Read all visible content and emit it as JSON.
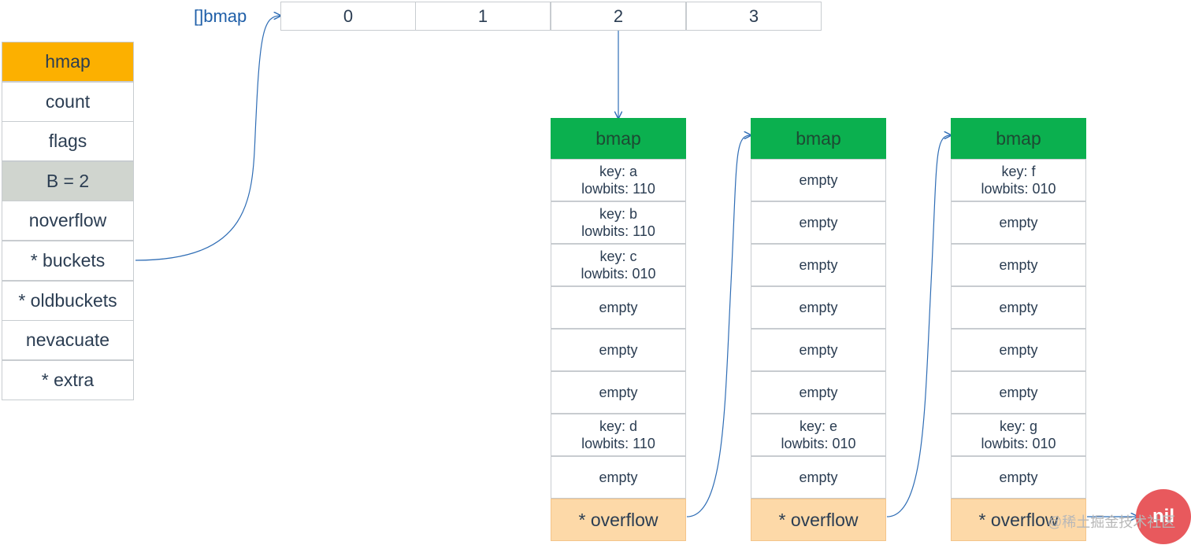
{
  "hmap": {
    "header": "hmap",
    "fields": [
      "count",
      "flags",
      "B = 2",
      "noverflow",
      "* buckets",
      "* oldbuckets",
      "nevacuate",
      "* extra"
    ]
  },
  "bucket_array": {
    "label": "[]bmap",
    "indices": [
      "0",
      "1",
      "2",
      "3"
    ]
  },
  "buckets": [
    {
      "header": "bmap",
      "slots": [
        {
          "line1": "key: a",
          "line2": "lowbits: 110"
        },
        {
          "line1": "key: b",
          "line2": "lowbits: 110"
        },
        {
          "line1": "key: c",
          "line2": "lowbits: 010"
        },
        {
          "line1": "empty",
          "line2": ""
        },
        {
          "line1": "empty",
          "line2": ""
        },
        {
          "line1": "empty",
          "line2": ""
        },
        {
          "line1": "key: d",
          "line2": "lowbits: 110"
        },
        {
          "line1": "empty",
          "line2": ""
        }
      ],
      "overflow": "* overflow"
    },
    {
      "header": "bmap",
      "slots": [
        {
          "line1": "empty",
          "line2": ""
        },
        {
          "line1": "empty",
          "line2": ""
        },
        {
          "line1": "empty",
          "line2": ""
        },
        {
          "line1": "empty",
          "line2": ""
        },
        {
          "line1": "empty",
          "line2": ""
        },
        {
          "line1": "empty",
          "line2": ""
        },
        {
          "line1": "key: e",
          "line2": "lowbits: 010"
        },
        {
          "line1": "empty",
          "line2": ""
        }
      ],
      "overflow": "* overflow"
    },
    {
      "header": "bmap",
      "slots": [
        {
          "line1": "key: f",
          "line2": "lowbits: 010"
        },
        {
          "line1": "empty",
          "line2": ""
        },
        {
          "line1": "empty",
          "line2": ""
        },
        {
          "line1": "empty",
          "line2": ""
        },
        {
          "line1": "empty",
          "line2": ""
        },
        {
          "line1": "empty",
          "line2": ""
        },
        {
          "line1": "key: g",
          "line2": "lowbits: 010"
        },
        {
          "line1": "empty",
          "line2": ""
        }
      ],
      "overflow": "* overflow"
    }
  ],
  "nil_label": "nil",
  "watermark": "@稀土掘金技术社区",
  "colors": {
    "hmap_header": "#fcb000",
    "b_field": "#d0d5cf",
    "bmap_header": "#0bb04f",
    "overflow": "#fdd9a8",
    "arrow": "#2f6db5"
  }
}
